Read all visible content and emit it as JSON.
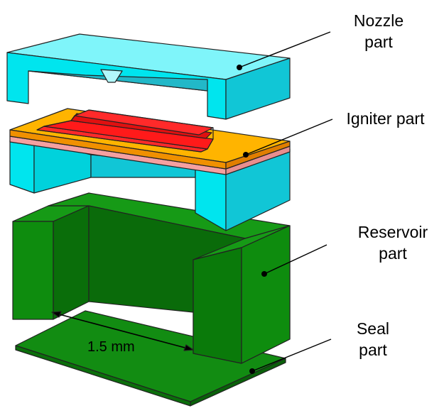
{
  "labels": {
    "nozzle": [
      "Nozzle",
      "part"
    ],
    "igniter": "Igniter part",
    "reservoir": [
      "Reservoir",
      "part"
    ],
    "seal": [
      "Seal",
      "part"
    ]
  },
  "dimension": "1.5 mm",
  "colors": {
    "nozzle_front": "#00E5EE",
    "nozzle_top": "#7FF5FA",
    "nozzle_dark": "#22B8C8",
    "igniter_top": "#FFB400",
    "igniter_front": "#F09000",
    "igniter_pink": "#F5A0A0",
    "igniter_trace": "#FF1A1A",
    "reservoir_front": "#0C8A0C",
    "reservoir_side": "#0A6B0A",
    "reservoir_top": "#169A16",
    "seal": "#128C12"
  }
}
